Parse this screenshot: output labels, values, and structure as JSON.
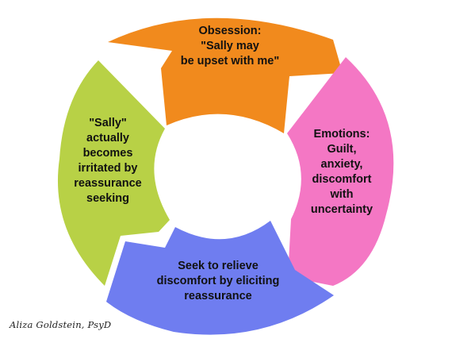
{
  "diagram": {
    "segments": [
      {
        "id": "obsession",
        "text": "Obsession:\n\"Sally may\nbe upset with me\"",
        "color": "#F18A1D"
      },
      {
        "id": "emotions",
        "text": "Emotions:\nGuilt,\nanxiety,\ndiscomfort\nwith\nuncertainty",
        "color": "#F477C4"
      },
      {
        "id": "seek",
        "text": "Seek to relieve\ndiscomfort by eliciting\nreassurance",
        "color": "#6F7DF0"
      },
      {
        "id": "irritated",
        "text": "\"Sally\"\nactually\nbecomes\nirritated by\nreassurance\nseeking",
        "color": "#B8D146"
      }
    ],
    "signature": "Aliza Goldstein, PsyD"
  }
}
